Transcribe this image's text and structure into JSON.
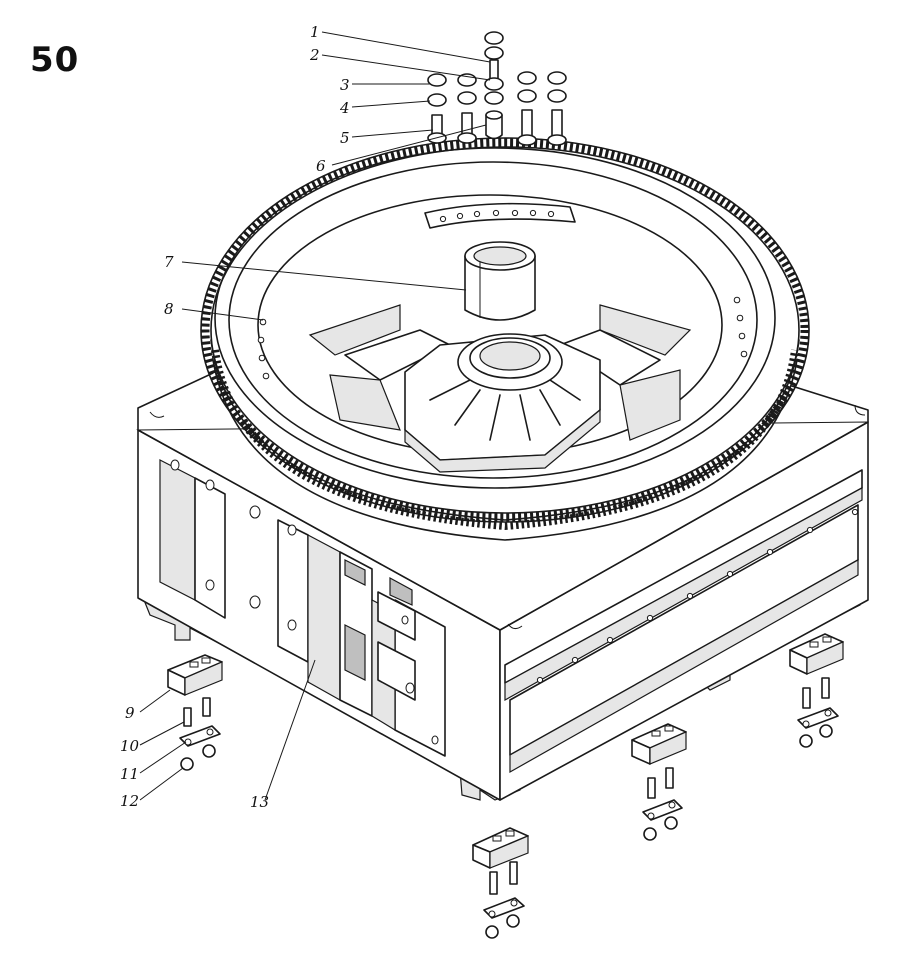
{
  "page": {
    "number": "50"
  },
  "callouts": [
    {
      "id": "c1",
      "text": "1"
    },
    {
      "id": "c2",
      "text": "2"
    },
    {
      "id": "c3",
      "text": "3"
    },
    {
      "id": "c4",
      "text": "4"
    },
    {
      "id": "c5",
      "text": "5"
    },
    {
      "id": "c6",
      "text": "6"
    },
    {
      "id": "c7",
      "text": "7"
    },
    {
      "id": "c8",
      "text": "8"
    },
    {
      "id": "c9",
      "text": "9"
    },
    {
      "id": "c10",
      "text": "10"
    },
    {
      "id": "c11",
      "text": "11"
    },
    {
      "id": "c12",
      "text": "12"
    },
    {
      "id": "c13",
      "text": "13"
    }
  ]
}
